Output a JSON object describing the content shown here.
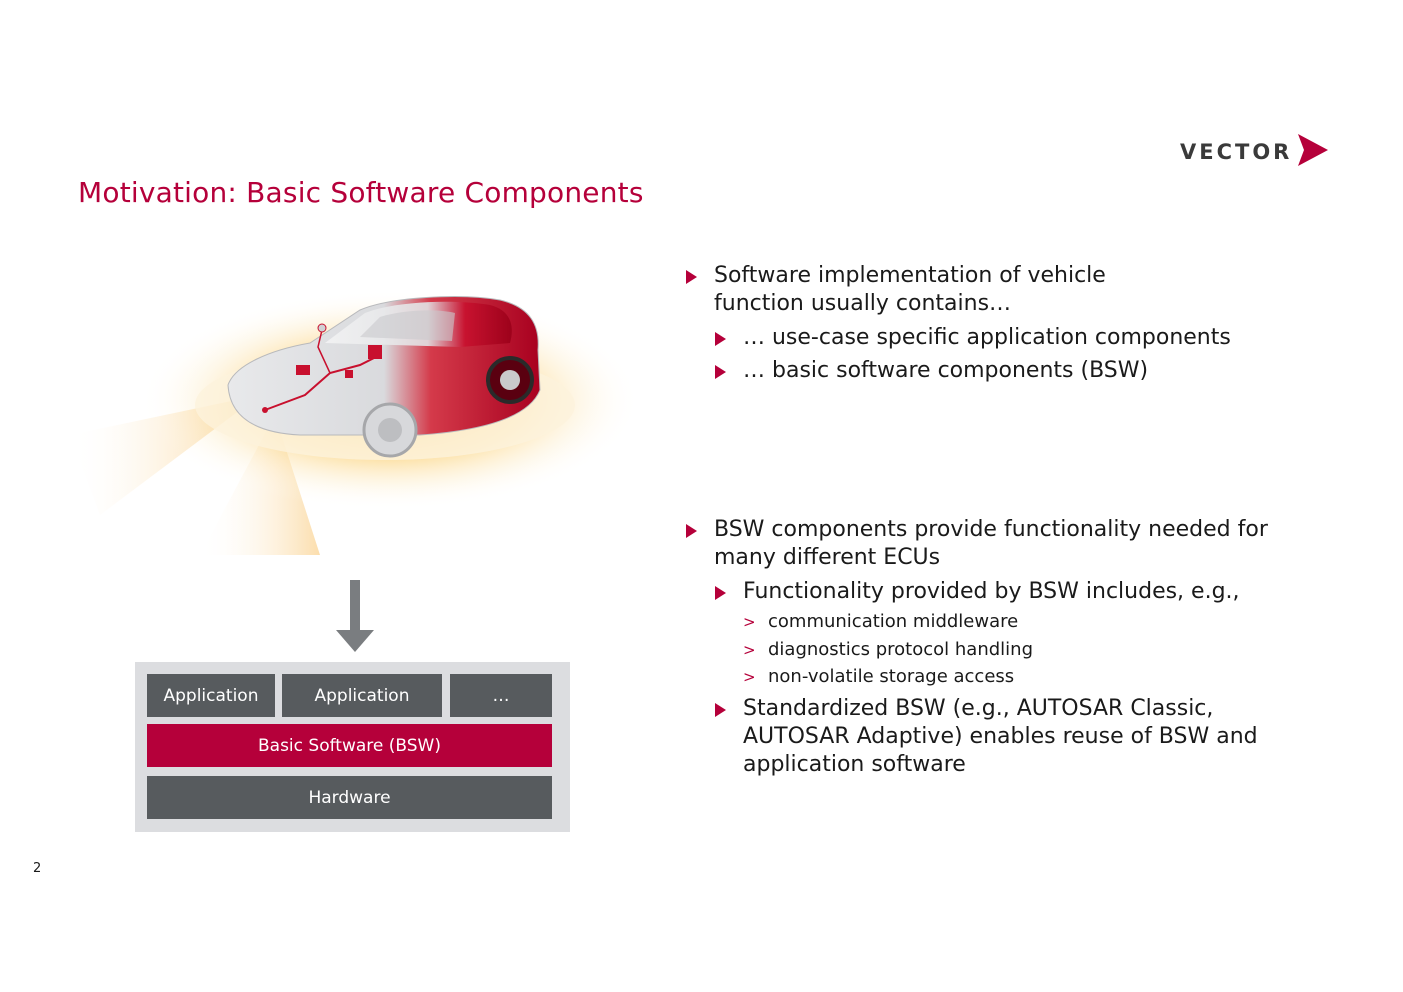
{
  "logo": {
    "text": "VECTOR"
  },
  "title": "Motivation: Basic Software Components",
  "diagram": {
    "application_1": "Application",
    "application_2": "Application",
    "more": "…",
    "bsw": "Basic Software (BSW)",
    "hardware": "Hardware"
  },
  "bullets": {
    "b1": {
      "line1": "Software implementation of vehicle",
      "line2": "function usually contains…"
    },
    "b1_sub1": "… use-case specific application components",
    "b1_sub2": "… basic software components (BSW)",
    "b2": {
      "line1": "BSW components provide functionality needed for",
      "line2": "many different ECUs"
    },
    "b2_sub1": "Functionality provided by BSW includes, e.g.,",
    "b2_sub1_items": [
      "communication middleware",
      "diagnostics protocol handling",
      "non-volatile storage access"
    ],
    "b2_sub2": {
      "line1": "Standardized BSW (e.g., AUTOSAR Classic,",
      "line2": "AUTOSAR Adaptive) enables reuse of BSW and",
      "line3": "application software"
    }
  },
  "page_number": "2",
  "colors": {
    "accent": "#b5003a",
    "block_gray": "#575b5e",
    "panel_gray": "#dcdde0"
  }
}
